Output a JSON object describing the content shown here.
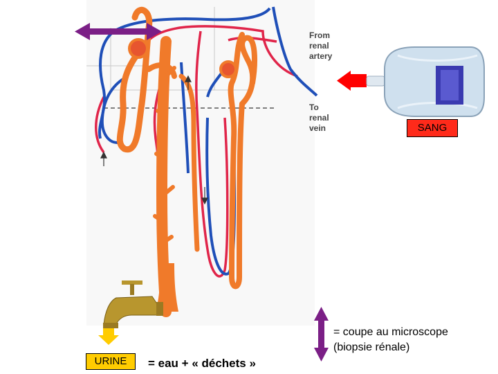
{
  "labels": {
    "from_artery": "From\nrenal\nartery",
    "to_vein": "To\nrenal\nvein",
    "blood": "SANG",
    "urine": "URINE",
    "urine_formula": "= eau + « déchets »",
    "microscope_line1": "= coupe au microscope",
    "microscope_line2": "(biopsie rénale)"
  },
  "colors": {
    "tubule_orange": "#f07a2a",
    "artery_red": "#e0254a",
    "vein_blue": "#1f4fb8",
    "arrow_red": "#ff0000",
    "arrow_purple": "#7b1f86",
    "blood_box": "#ff2a1a",
    "urine_box": "#ffcc00",
    "faucet_gold": "#b8962e"
  }
}
